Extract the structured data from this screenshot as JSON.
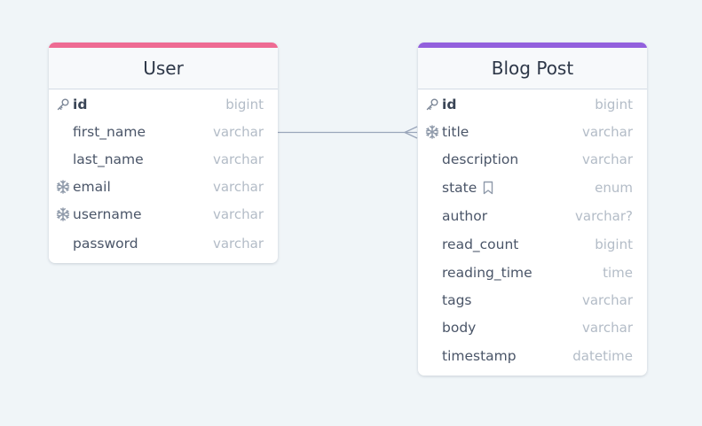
{
  "colors": {
    "background": "#f0f5f8",
    "user_header_accent": "#ee6b93",
    "post_header_accent": "#9260dd",
    "relation_line": "#9aa6ba"
  },
  "tables": [
    {
      "title": "User",
      "accent": "#ee6b93",
      "fields": [
        {
          "name": "id",
          "type": "bigint",
          "icon": "key-icon",
          "pk": true
        },
        {
          "name": "first_name",
          "type": "varchar"
        },
        {
          "name": "last_name",
          "type": "varchar"
        },
        {
          "name": "email",
          "type": "varchar",
          "icon": "snowflake-icon"
        },
        {
          "name": "username",
          "type": "varchar",
          "icon": "snowflake-icon"
        },
        {
          "name": "password",
          "type": "varchar"
        }
      ]
    },
    {
      "title": "Blog Post",
      "accent": "#9260dd",
      "fields": [
        {
          "name": "id",
          "type": "bigint",
          "icon": "key-icon",
          "pk": true
        },
        {
          "name": "title",
          "type": "varchar",
          "icon": "snowflake-icon"
        },
        {
          "name": "description",
          "type": "varchar"
        },
        {
          "name": "state",
          "type": "enum",
          "note": "bookmark-icon"
        },
        {
          "name": "author",
          "type": "varchar?"
        },
        {
          "name": "read_count",
          "type": "bigint"
        },
        {
          "name": "reading_time",
          "type": "time"
        },
        {
          "name": "tags",
          "type": "varchar"
        },
        {
          "name": "body",
          "type": "varchar"
        },
        {
          "name": "timestamp",
          "type": "datetime"
        }
      ]
    }
  ],
  "relationships": [
    {
      "from": "User.first_name",
      "to": "Blog Post.title",
      "cardinality": "one-to-many"
    }
  ]
}
